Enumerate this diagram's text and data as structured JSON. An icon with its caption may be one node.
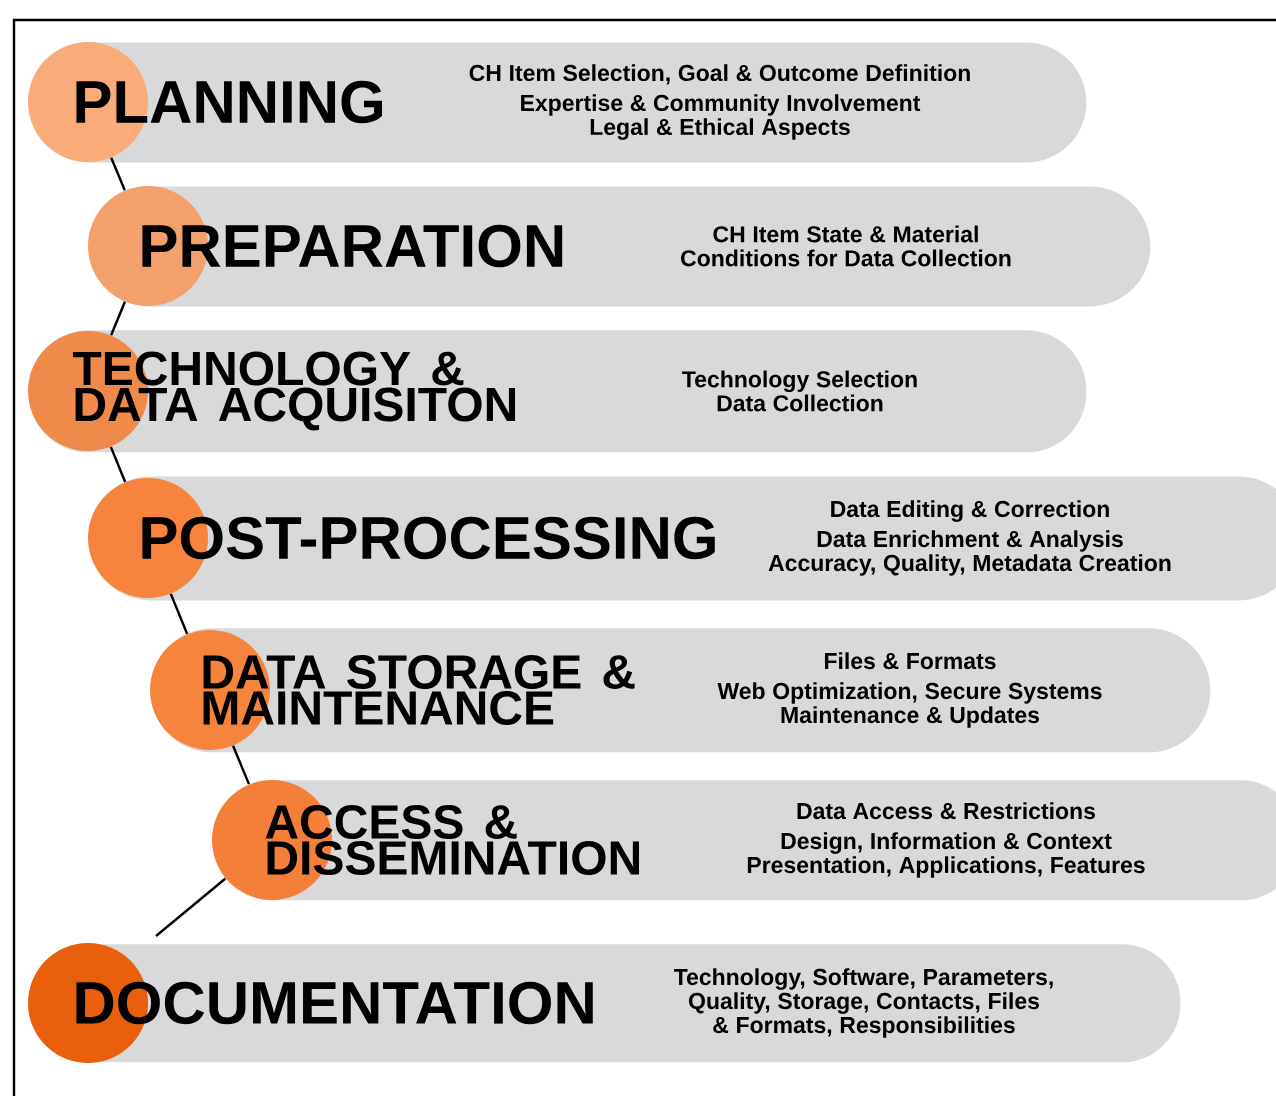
{
  "diagram": {
    "nodes": [
      {
        "text": [
          "PLANNING",
          "CH Item Selection, Goal & Outcome Definition",
          "Expertise & Community Involvement",
          "Legal & Ethical Aspects"
        ]
      },
      {
        "text": [
          "PREPARATION",
          "CH Item State & Material Conditions for Data Collection"
        ]
      },
      {
        "text": [
          "TECHNOLOGY & DATA ACQUISITON",
          "Technology Selection",
          "Data Collection"
        ]
      },
      {
        "text": [
          "POST-PROCESSING",
          "Data Editing & Correction",
          "Data Enrichment & Analysis",
          "Accuracy, Quality, Metadata Creation"
        ]
      },
      {
        "text": [
          "DATA STORAGE & MAINTENANCE",
          "Files & Formats",
          "Web Optimization, Secure Systems",
          "Maintenance & Updates"
        ]
      },
      {
        "text": [
          "ACCESS & DISSEMINATION",
          "Data Access & Restrictions",
          "Design, Information & Context",
          "Presentation, Applications, Features"
        ]
      },
      {
        "text": [
          "DOCUMENTATION",
          "Technology, Software, Parameters, Quality, Storage, Contacts, Files & Formats, Responsibilities"
        ]
      },
      {
        "text": [],
        "shape": "circle",
        "in": 0
      },
      {
        "text": [],
        "shape": "circle",
        "in": 1
      },
      {
        "text": [],
        "shape": "circle",
        "in": 2
      },
      {
        "text": [],
        "shape": "circle",
        "in": 3
      },
      {
        "text": [],
        "shape": "circle",
        "in": 4
      },
      {
        "text": [],
        "shape": "circle",
        "in": 5
      },
      {
        "text": [],
        "shape": "circle",
        "in": 6
      }
    ],
    "edges": [
      {
        "from": 7,
        "to": 8,
        "arrow": "none"
      },
      {
        "from": 8,
        "to": 9,
        "arrow": "none"
      },
      {
        "from": 9,
        "to": 10,
        "arrow": "none"
      },
      {
        "from": 10,
        "to": 11,
        "arrow": "none"
      },
      {
        "from": 11,
        "to": 12,
        "arrow": "none"
      },
      {
        "from": 12,
        "to": 6,
        "arrow": "none"
      }
    ]
  }
}
